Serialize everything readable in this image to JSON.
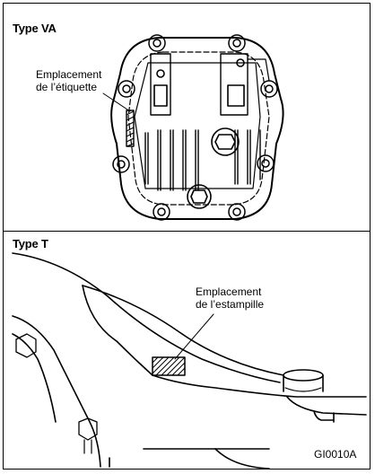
{
  "panels": {
    "top": {
      "title": "Type VA",
      "callout_line1": "Emplacement",
      "callout_line2": "de l’étiquette"
    },
    "bottom": {
      "title": "Type T",
      "callout_line1": "Emplacement",
      "callout_line2": "de l’estampille"
    }
  },
  "figure_code": "GI0010A"
}
